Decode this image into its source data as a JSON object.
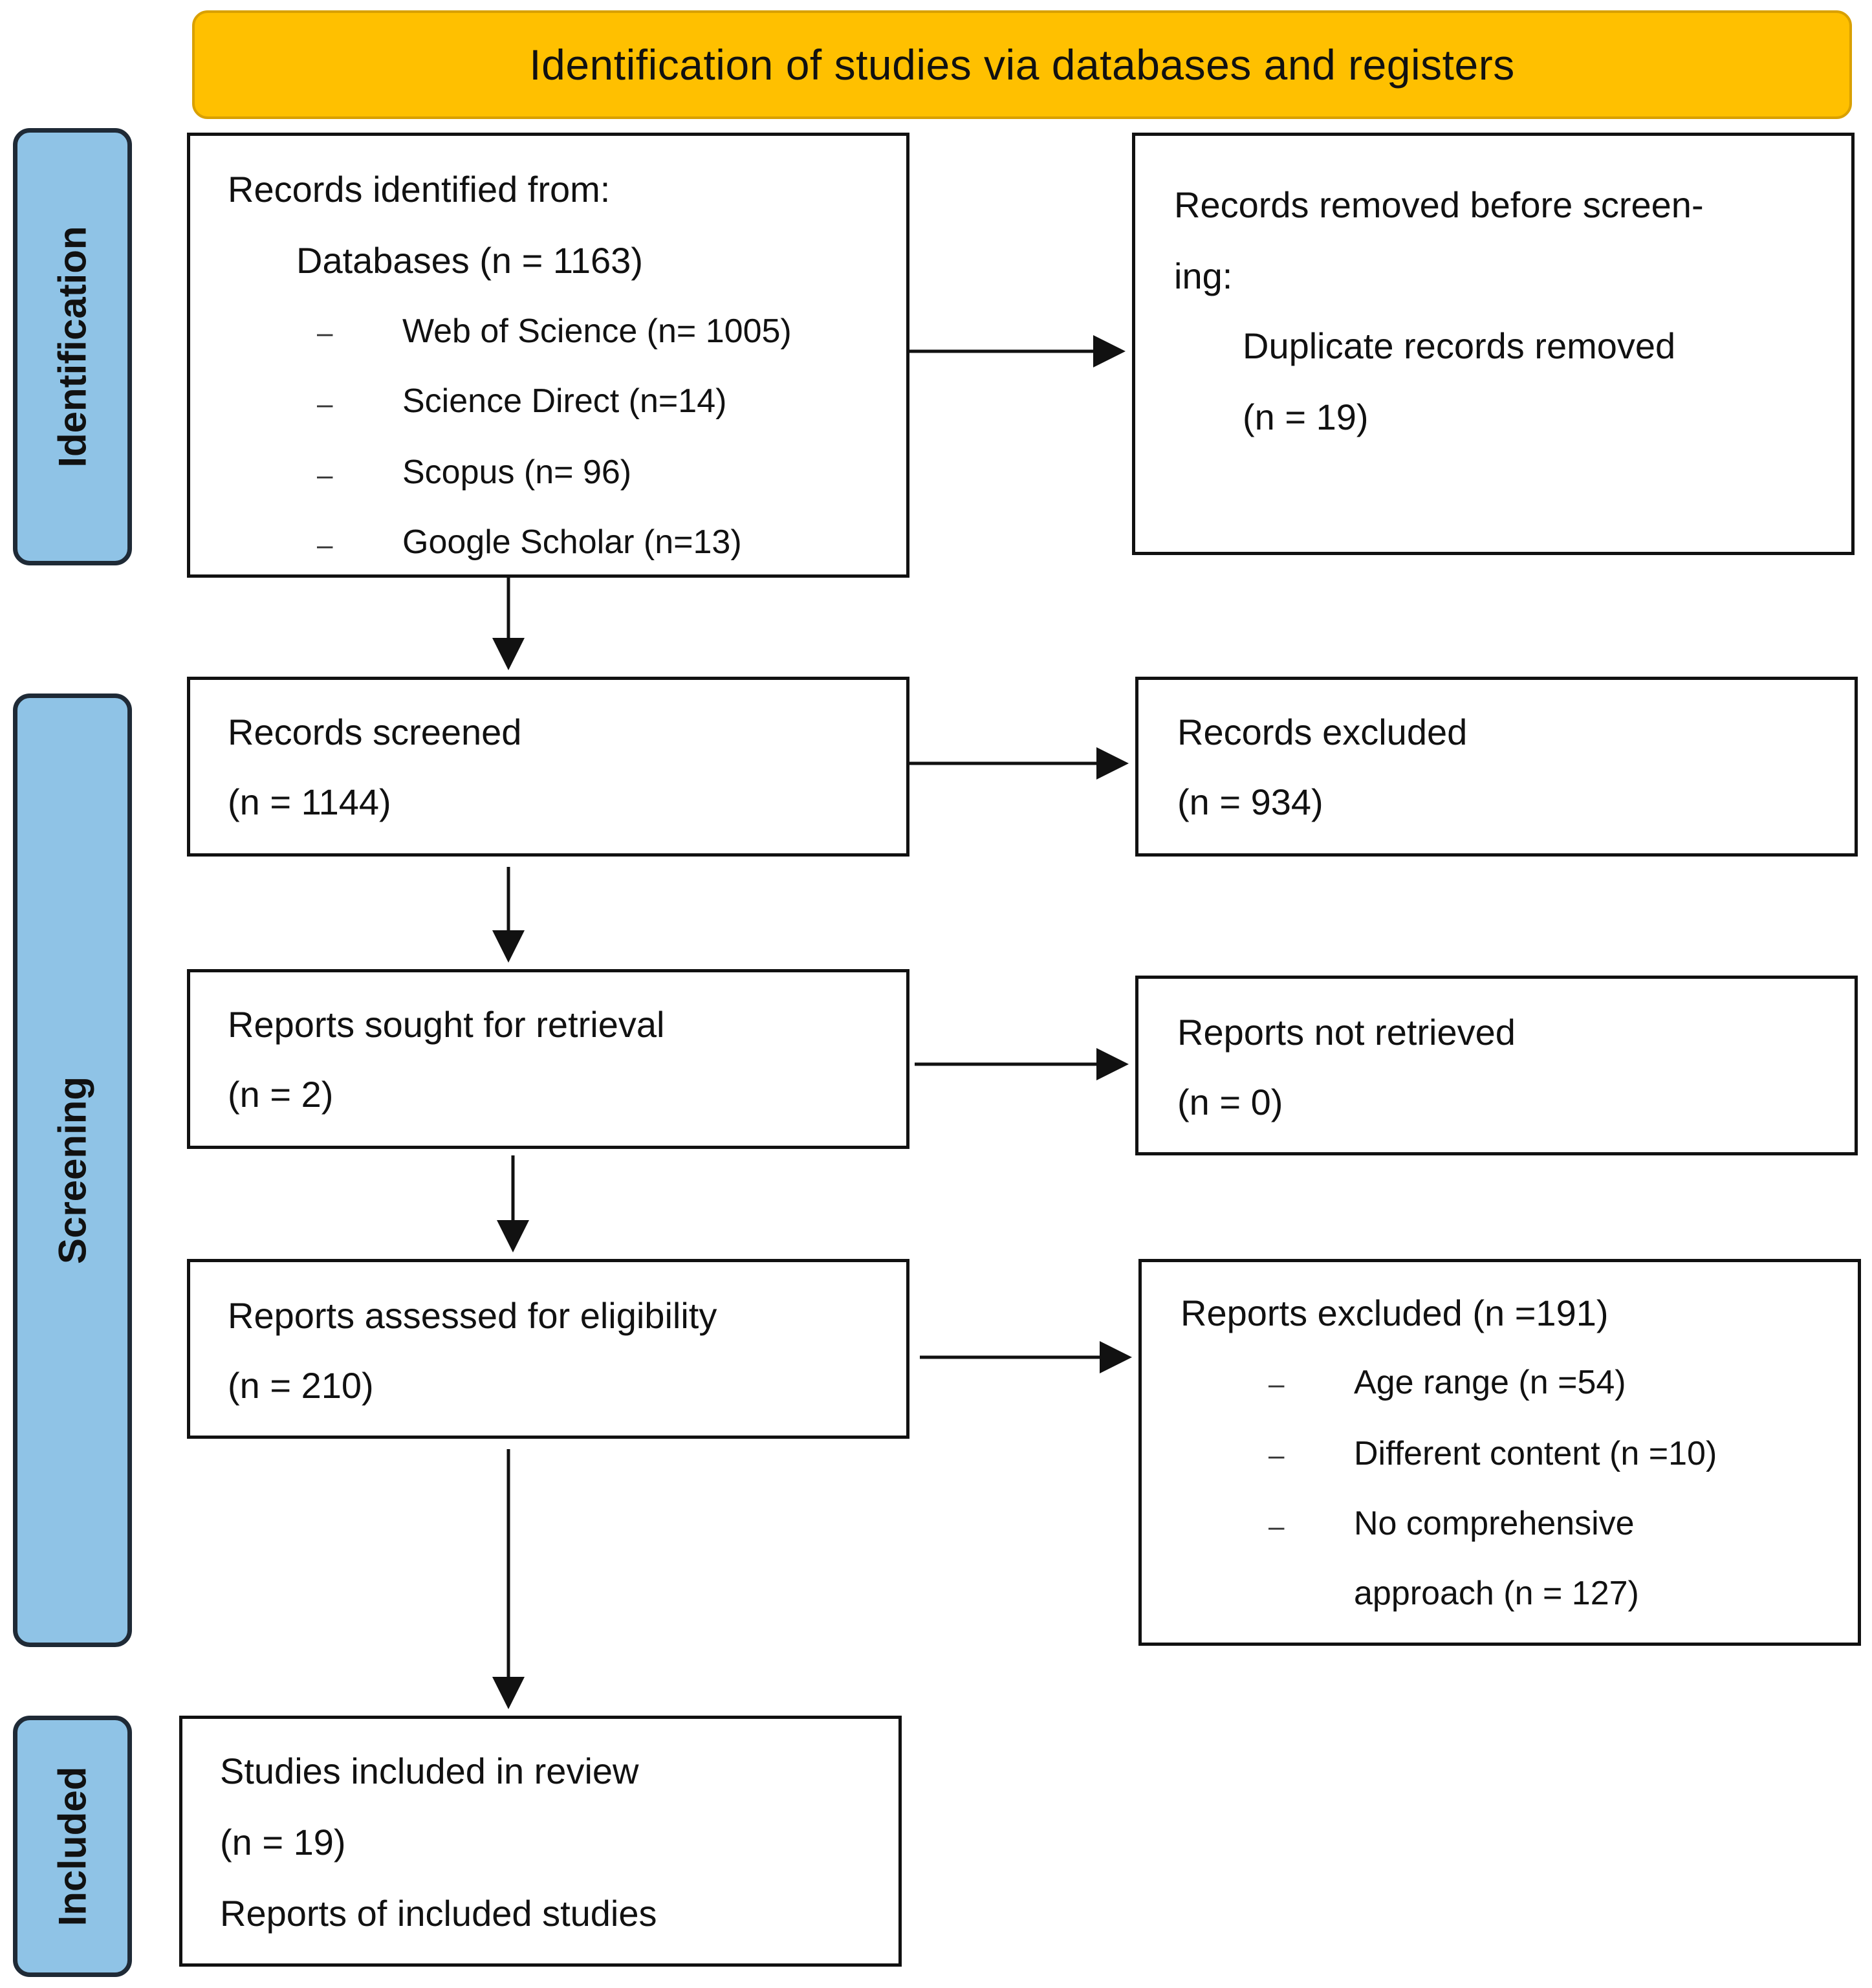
{
  "banner": {
    "title": "Identification of studies via databases and registers"
  },
  "stages": {
    "identification": "Identification",
    "screening": "Screening",
    "included": "Included"
  },
  "identified": {
    "heading": "Records identified from:",
    "databases": "Databases (n = 1163)",
    "sources": [
      "Web of Science (n= 1005)",
      "Science Direct (n=14)",
      "Scopus (n= 96)",
      "Google Scholar (n=13)"
    ],
    "dash": "–"
  },
  "removed": {
    "line1": "Records removed before screen-",
    "line2": "ing:",
    "line3": "Duplicate records removed",
    "line4": "(n = 19)"
  },
  "screened": {
    "label": "Records screened",
    "count": "(n = 1144)"
  },
  "excluded": {
    "label": "Records excluded",
    "count": "(n = 934)"
  },
  "sought": {
    "label": "Reports sought for retrieval",
    "count": "(n = 2)"
  },
  "not_retrieved": {
    "label": "Reports not retrieved",
    "count": "(n = 0)"
  },
  "assessed": {
    "label": "Reports assessed for eligibility",
    "count": "(n = 210)"
  },
  "reports_excluded": {
    "heading": "Reports excluded (n =191)",
    "reasons": [
      "Age range (n =54)",
      "Different content (n =10)",
      "No comprehensive",
      "approach (n = 127)"
    ]
  },
  "included": {
    "label": "Studies included in review",
    "count": "(n = 19)",
    "reports": "Reports of included studies"
  }
}
